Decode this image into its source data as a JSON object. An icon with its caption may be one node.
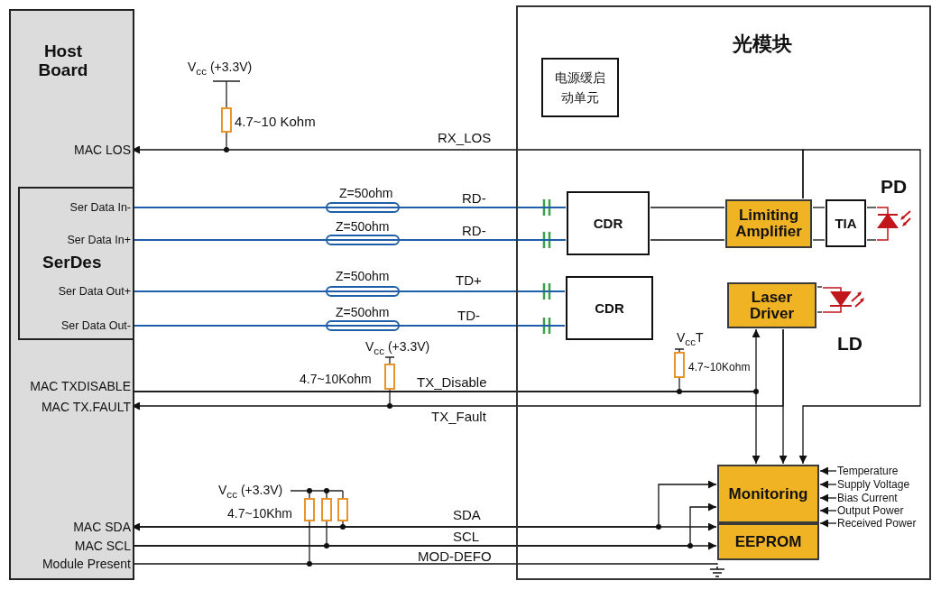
{
  "diagram": {
    "nodes": [
      {
        "text": [
          "Host Board"
        ]
      },
      {
        "text": [
          "SerDes"
        ],
        "in": 0
      },
      {
        "text": [
          "MAC LOS"
        ],
        "in": 0
      },
      {
        "text": [
          "Ser Data In-"
        ],
        "in": 1
      },
      {
        "text": [
          "Ser Data In+"
        ],
        "in": 1
      },
      {
        "text": [
          "Ser Data Out+"
        ],
        "in": 1
      },
      {
        "text": [
          "Ser Data Out-"
        ],
        "in": 1
      },
      {
        "text": [
          "MAC TXDISABLE"
        ],
        "in": 0
      },
      {
        "text": [
          "MAC TX.FAULT"
        ],
        "in": 0
      },
      {
        "text": [
          "MAC SDA"
        ],
        "in": 0
      },
      {
        "text": [
          "MAC SCL"
        ],
        "in": 0
      },
      {
        "text": [
          "Module Present"
        ],
        "in": 0
      },
      {
        "text": [
          "光模块"
        ]
      },
      {
        "text": [
          "电源缓启动单元"
        ],
        "in": 12
      },
      {
        "text": [
          "CDR"
        ],
        "in": 12
      },
      {
        "text": [
          "CDR"
        ],
        "in": 12
      },
      {
        "text": [
          "Limiting Amplifier"
        ],
        "in": 12
      },
      {
        "text": [
          "TIA"
        ],
        "in": 12
      },
      {
        "text": [
          "PD"
        ],
        "in": 12
      },
      {
        "text": [
          "Laser Driver"
        ],
        "in": 12
      },
      {
        "text": [
          "LD"
        ],
        "in": 12
      },
      {
        "text": [
          "Monitoring"
        ],
        "in": 12
      },
      {
        "text": [
          "EEPROM"
        ],
        "in": 12
      },
      {
        "text": [
          "Temperature"
        ],
        "in": 12
      },
      {
        "text": [
          "Supply Voltage"
        ],
        "in": 12
      },
      {
        "text": [
          "Bias Current"
        ],
        "in": 12
      },
      {
        "text": [
          "Output Power"
        ],
        "in": 12
      },
      {
        "text": [
          "Received Power"
        ],
        "in": 12
      },
      {
        "text": [],
        "shape": "ground",
        "in": 12
      }
    ],
    "edges": [
      {
        "from": 16,
        "to": 2,
        "arrow": "to",
        "label": "RX_LOS"
      },
      {
        "from": 16,
        "to": 21,
        "arrow": "to"
      },
      {
        "from": 3,
        "to": 14,
        "arrow": "none",
        "label": "RD-",
        "color": "#1f5ea8"
      },
      {
        "from": 4,
        "to": 14,
        "arrow": "none",
        "label": "RD-",
        "color": "#1f5ea8"
      },
      {
        "from": 5,
        "to": 15,
        "arrow": "none",
        "label": "TD+",
        "color": "#1f5ea8"
      },
      {
        "from": 6,
        "to": 15,
        "arrow": "none",
        "label": "TD-",
        "color": "#1f5ea8"
      },
      {
        "from": 14,
        "to": 16,
        "arrow": "none"
      },
      {
        "from": 14,
        "to": 16,
        "arrow": "none"
      },
      {
        "from": 17,
        "to": 16,
        "arrow": "none"
      },
      {
        "from": 17,
        "to": 16,
        "arrow": "none"
      },
      {
        "from": 18,
        "to": 17,
        "arrow": "none"
      },
      {
        "from": 18,
        "to": 17,
        "arrow": "none"
      },
      {
        "from": 19,
        "to": 20,
        "arrow": "none"
      },
      {
        "from": 19,
        "to": 20,
        "arrow": "none"
      },
      {
        "from": 7,
        "to": 19,
        "arrow": "to",
        "label": "TX_Disable"
      },
      {
        "from": 7,
        "to": 21,
        "arrow": "to"
      },
      {
        "from": 19,
        "to": 8,
        "arrow": "to",
        "label": "TX_Fault"
      },
      {
        "from": 19,
        "to": 21,
        "arrow": "to"
      },
      {
        "from": 9,
        "to": 22,
        "arrow": "both",
        "label": "SDA"
      },
      {
        "from": 9,
        "to": 21,
        "arrow": "to"
      },
      {
        "from": 10,
        "to": 22,
        "arrow": "to",
        "label": "SCL"
      },
      {
        "from": 10,
        "to": 21,
        "arrow": "to"
      },
      {
        "from": 11,
        "to": 28,
        "arrow": "none",
        "label": "MOD-DEFO"
      },
      {
        "from": 23,
        "to": 21,
        "arrow": "to"
      },
      {
        "from": 24,
        "to": 21,
        "arrow": "to"
      },
      {
        "from": 25,
        "to": 21,
        "arrow": "to"
      },
      {
        "from": 26,
        "to": 21,
        "arrow": "to"
      },
      {
        "from": 27,
        "to": 21,
        "arrow": "to"
      }
    ],
    "labels": [
      "V$_{cc}$ (+3.3V)",
      "4.7~10 Kohm",
      "Z=50ohm",
      "Z=50ohm",
      "Z=50ohm",
      "Z=50ohm",
      "V$_{cc}$T",
      "V$_{cc}$ (+3.3V)",
      "4.7~10Kohm",
      "4.7~10Kohm",
      "V$_{cc}$ (+3.3V)",
      "4.7~10Khm"
    ]
  }
}
